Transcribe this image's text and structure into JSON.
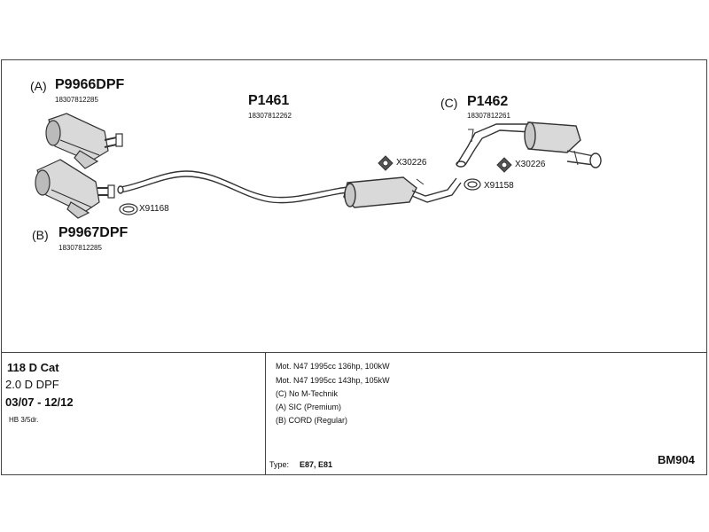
{
  "parts": {
    "a": {
      "prefix": "(A)",
      "number": "P9966DPF",
      "oem": "18307812285"
    },
    "b": {
      "prefix": "(B)",
      "number": "P9967DPF",
      "oem": "18307812285"
    },
    "middle": {
      "number": "P1461",
      "oem": "18307812262"
    },
    "c": {
      "prefix": "(C)",
      "number": "P1462",
      "oem": "18307812261"
    }
  },
  "accessories": {
    "clamp_left": "X91168",
    "gasket_mid": "X30226",
    "clamp_right": "X91158",
    "gasket_right": "X30226"
  },
  "vehicle": {
    "model": "118 D Cat",
    "engine": "2.0 D DPF",
    "years": "03/07 - 12/12",
    "body": "HB 3/5dr."
  },
  "specs": {
    "lines": [
      "Mot. N47 1995cc 136hp, 100kW",
      "Mot. N47 1995cc 143hp, 105kW",
      "(C) No M-Technik",
      "(A) SIC (Premium)",
      "(B) CORD (Regular)"
    ],
    "type_label": "Type:",
    "type_value": "E87, E81",
    "ref_code": "BM904"
  },
  "colors": {
    "line": "#444444",
    "part_stroke": "#333333",
    "part_fill": "#d9d9d9"
  }
}
